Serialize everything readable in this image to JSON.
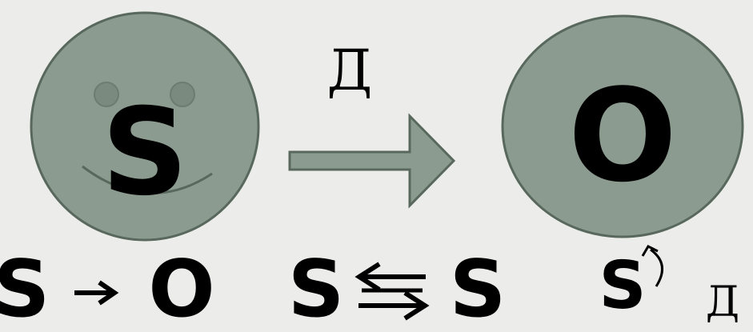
{
  "diagram": {
    "subject_letter": "S",
    "object_letter": "O",
    "arrow_label": "Д",
    "formulas": {
      "f1_left": "S",
      "f1_right": "O",
      "f2_left": "S",
      "f2_right": "S",
      "f3_subject": "S",
      "f3_label": "Д"
    },
    "colors": {
      "background": "#ececea",
      "shape_fill": "#8b9b8f",
      "shape_stroke": "#58685c",
      "eye_fill": "#7a8a7e",
      "text": "#000000"
    }
  }
}
